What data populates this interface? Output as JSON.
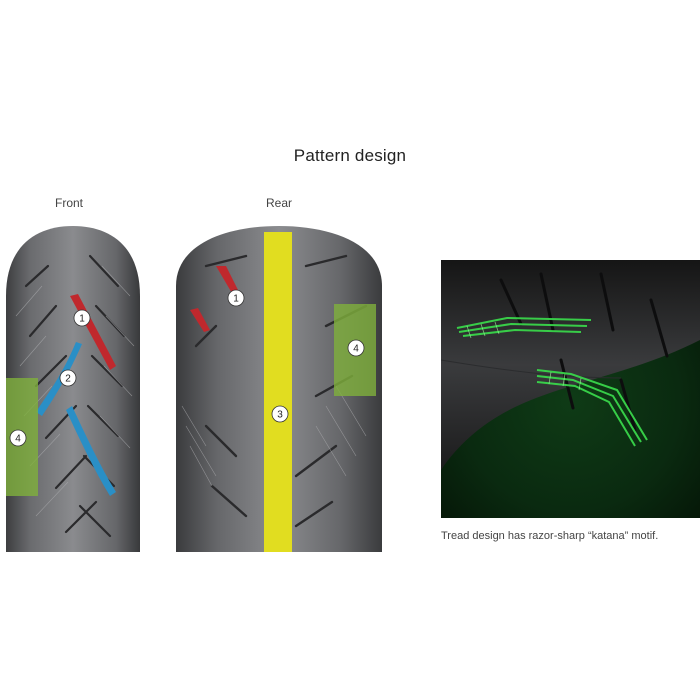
{
  "title": "Pattern design",
  "front_label": "Front",
  "rear_label": "Rear",
  "callouts": {
    "front_1": "1",
    "front_2": "2",
    "front_4": "4",
    "rear_1": "1",
    "rear_3": "3",
    "rear_4": "4"
  },
  "caption": "Tread design has razor-sharp “katana” motif.",
  "colors": {
    "callout_1": "#c0282d",
    "callout_2": "#2a8fc6",
    "callout_3": "#e6e21a",
    "callout_4": "#7fb03c",
    "glow": "#39d64a"
  }
}
